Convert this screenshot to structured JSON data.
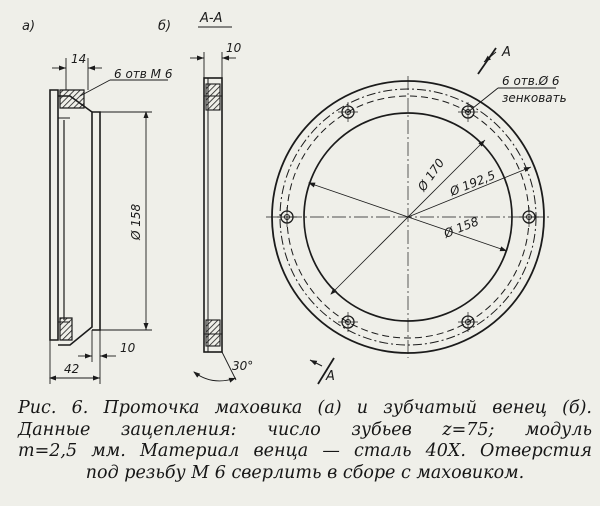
{
  "labels": {
    "view_a": "а)",
    "view_b": "б)",
    "section": "А-А",
    "dim_14": "14",
    "dim_10_top": "10",
    "holes_m6": "6 отв М 6",
    "dim_158_side": "Ø 158",
    "dim_10_bottom": "10",
    "dim_42": "42",
    "angle_30": "30°",
    "cut_a_top": "А",
    "cut_a_bottom": "А",
    "holes_countersunk_1": "6 отв.Ø 6",
    "holes_countersunk_2": "зенковать",
    "dim_170": "Ø 170",
    "dim_192_5": "Ø 192,5",
    "dim_158_front": "Ø 158"
  },
  "caption": {
    "line1": "Рис. 6. Проточка маховика (а) и зубчатый венец (б).",
    "line2": "Данные зацепления: число зубьев z=75; модуль",
    "line3": "m=2,5 мм. Материал венца — сталь 40Х. Отверстия",
    "line4": "под резьбу М 6 сверлить в сборе с маховиком."
  },
  "colors": {
    "paper": "#efefe9",
    "ink": "#1b1b1b"
  }
}
